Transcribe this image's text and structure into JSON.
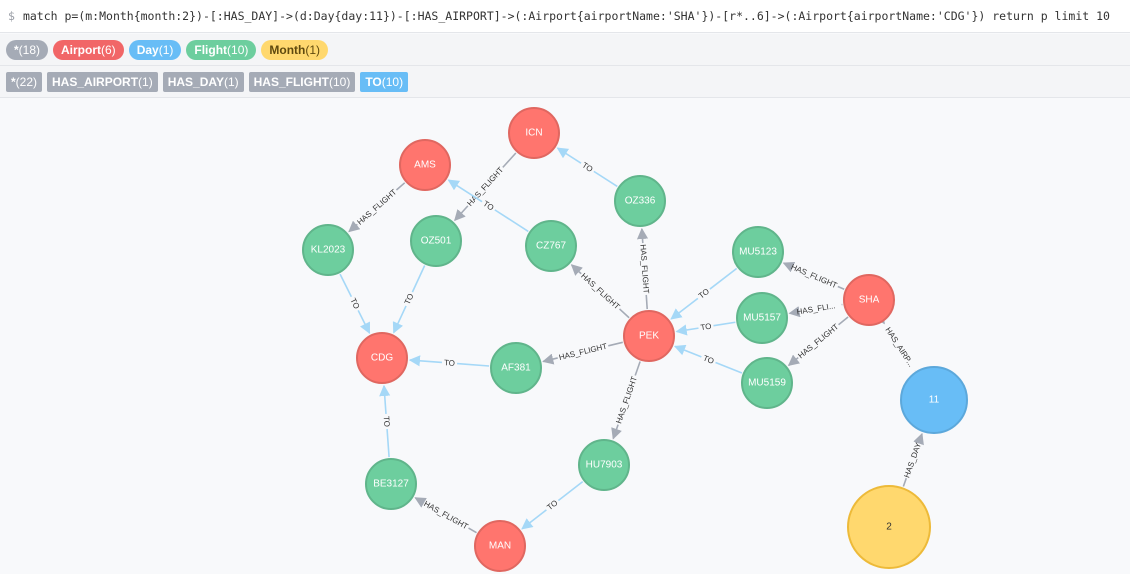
{
  "query": {
    "prompt": "$",
    "text": "match p=(m:Month{month:2})-[:HAS_DAY]->(d:Day{day:11})-[:HAS_AIRPORT]->(:Airport{airportName:'SHA'})-[r*..6]->(:Airport{airportName:'CDG'}) return p limit 10"
  },
  "labels": [
    {
      "name": "*",
      "count": "(18)",
      "color": "#a5abb6",
      "text_color": "#ffffff"
    },
    {
      "name": "Airport",
      "count": "(6)",
      "color": "#f16667",
      "text_color": "#ffffff"
    },
    {
      "name": "Day",
      "count": "(1)",
      "color": "#68bdf6",
      "text_color": "#ffffff"
    },
    {
      "name": "Flight",
      "count": "(10)",
      "color": "#6dce9e",
      "text_color": "#ffffff"
    },
    {
      "name": "Month",
      "count": "(1)",
      "color": "#ffd86e",
      "text_color": "#604a0e"
    }
  ],
  "relationships": [
    {
      "name": "*",
      "count": "(22)",
      "color": "#a5abb6"
    },
    {
      "name": "HAS_AIRPORT",
      "count": "(1)",
      "color": "#a5abb6"
    },
    {
      "name": "HAS_DAY",
      "count": "(1)",
      "color": "#a5abb6"
    },
    {
      "name": "HAS_FLIGHT",
      "count": "(10)",
      "color": "#a5abb6"
    },
    {
      "name": "TO",
      "count": "(10)",
      "color": "#68bdf6"
    }
  ],
  "style": {
    "airport_fill": "#ff756e",
    "airport_stroke": "#e06760",
    "flight_fill": "#6dce9e",
    "flight_stroke": "#60b58b",
    "day_fill": "#68bdf6",
    "day_stroke": "#5ca8db",
    "month_fill": "#ffd86e",
    "month_stroke": "#edba39",
    "has_edge": "#a5abb6",
    "to_edge": "#a5d8f7"
  },
  "graph": {
    "nodes": [
      {
        "id": "ICN",
        "label": "ICN",
        "type": "airport"
      },
      {
        "id": "AMS",
        "label": "AMS",
        "type": "airport"
      },
      {
        "id": "OZ336",
        "label": "OZ336",
        "type": "flight"
      },
      {
        "id": "KL2023",
        "label": "KL2023",
        "type": "flight"
      },
      {
        "id": "OZ501",
        "label": "OZ501",
        "type": "flight"
      },
      {
        "id": "CZ767",
        "label": "CZ767",
        "type": "flight"
      },
      {
        "id": "MU5123",
        "label": "MU5123",
        "type": "flight"
      },
      {
        "id": "SHA",
        "label": "SHA",
        "type": "airport"
      },
      {
        "id": "MU5157",
        "label": "MU5157",
        "type": "flight"
      },
      {
        "id": "PEK",
        "label": "PEK",
        "type": "airport"
      },
      {
        "id": "CDG",
        "label": "CDG",
        "type": "airport"
      },
      {
        "id": "AF381",
        "label": "AF381",
        "type": "flight"
      },
      {
        "id": "MU5159",
        "label": "MU5159",
        "type": "flight"
      },
      {
        "id": "D11",
        "label": "11",
        "type": "day"
      },
      {
        "id": "HU7903",
        "label": "HU7903",
        "type": "flight"
      },
      {
        "id": "BE3127",
        "label": "BE3127",
        "type": "flight"
      },
      {
        "id": "MAN",
        "label": "MAN",
        "type": "airport"
      },
      {
        "id": "M2",
        "label": "2",
        "type": "month"
      }
    ],
    "edges": [
      {
        "from": "M2",
        "to": "D11",
        "label": "HAS_DAY",
        "kind": "has"
      },
      {
        "from": "D11",
        "to": "SHA",
        "label": "HAS_AIRP...",
        "kind": "has"
      },
      {
        "from": "SHA",
        "to": "MU5123",
        "label": "HAS_FLIGHT",
        "kind": "has"
      },
      {
        "from": "SHA",
        "to": "MU5157",
        "label": "HAS_FLI...",
        "kind": "has"
      },
      {
        "from": "SHA",
        "to": "MU5159",
        "label": "HAS_FLIGHT",
        "kind": "has"
      },
      {
        "from": "MU5123",
        "to": "PEK",
        "label": "TO",
        "kind": "to"
      },
      {
        "from": "MU5157",
        "to": "PEK",
        "label": "TO",
        "kind": "to"
      },
      {
        "from": "MU5159",
        "to": "PEK",
        "label": "TO",
        "kind": "to"
      },
      {
        "from": "PEK",
        "to": "OZ336",
        "label": "HAS_FLIGHT",
        "kind": "has"
      },
      {
        "from": "PEK",
        "to": "CZ767",
        "label": "HAS_FLIGHT",
        "kind": "has"
      },
      {
        "from": "PEK",
        "to": "AF381",
        "label": "HAS_FLIGHT",
        "kind": "has"
      },
      {
        "from": "PEK",
        "to": "HU7903",
        "label": "HAS_FLIGHT",
        "kind": "has"
      },
      {
        "from": "OZ336",
        "to": "ICN",
        "label": "TO",
        "kind": "to"
      },
      {
        "from": "ICN",
        "to": "OZ501",
        "label": "HAS_FLIGHT",
        "kind": "has"
      },
      {
        "from": "CZ767",
        "to": "AMS",
        "label": "TO",
        "kind": "to"
      },
      {
        "from": "AMS",
        "to": "KL2023",
        "label": "HAS_FLIGHT",
        "kind": "has"
      },
      {
        "from": "KL2023",
        "to": "CDG",
        "label": "TO",
        "kind": "to"
      },
      {
        "from": "OZ501",
        "to": "CDG",
        "label": "TO",
        "kind": "to"
      },
      {
        "from": "AF381",
        "to": "CDG",
        "label": "TO",
        "kind": "to"
      },
      {
        "from": "HU7903",
        "to": "MAN",
        "label": "TO",
        "kind": "to"
      },
      {
        "from": "MAN",
        "to": "BE3127",
        "label": "HAS_FLIGHT",
        "kind": "has"
      },
      {
        "from": "BE3127",
        "to": "CDG",
        "label": "TO",
        "kind": "to"
      }
    ]
  }
}
